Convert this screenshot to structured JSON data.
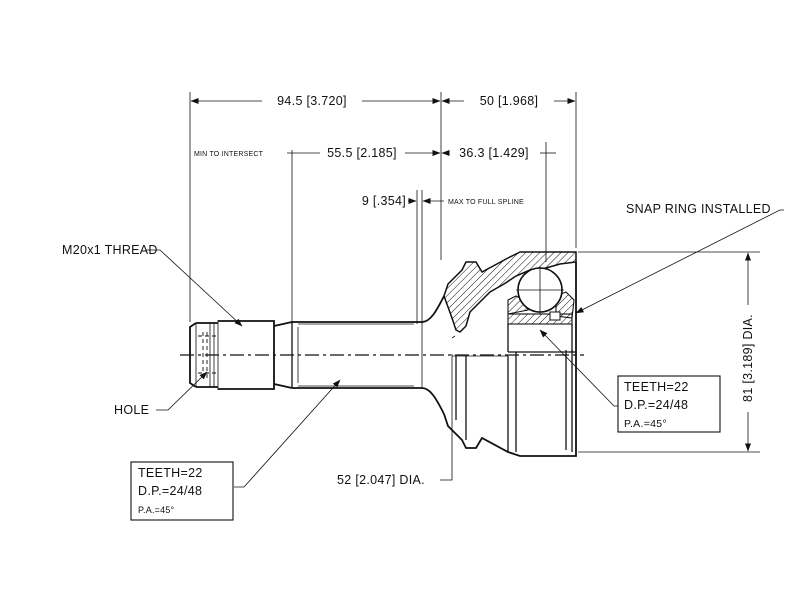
{
  "dimensions": {
    "overall_length": "94.5 [3.720]",
    "bell_length": "50 [1.968]",
    "min_to_intersect_label": "MIN TO INTERSECT",
    "intersect_length": "55.5 [2.185]",
    "bell_to_spline": "36.3 [1.429]",
    "spline_offset": "9 [.354]",
    "max_to_full_spline_label": "MAX TO FULL SPLINE",
    "housing_dia": "81 [3.189] DIA.",
    "neck_dia": "52 [2.047] DIA."
  },
  "callouts": {
    "thread": "M20x1 THREAD",
    "hole": "HOLE",
    "snap_ring": "SNAP RING INSTALLED"
  },
  "spec_left": {
    "teeth": "TEETH=22",
    "dp": "D.P.=24/48",
    "pa": "P.A.=45°"
  },
  "spec_right": {
    "teeth": "TEETH=22",
    "dp": "D.P.=24/48",
    "pa": "P.A.=45°"
  }
}
